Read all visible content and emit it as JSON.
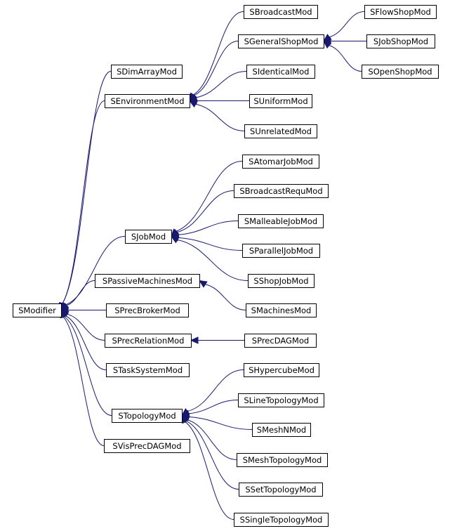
{
  "diagram": {
    "type": "class-inheritance-graph",
    "root": "SModifier",
    "nodes": [
      {
        "id": "SModifier",
        "label": "SModifier"
      },
      {
        "id": "SDimArrayMod",
        "label": "SDimArrayMod"
      },
      {
        "id": "SEnvironmentMod",
        "label": "SEnvironmentMod"
      },
      {
        "id": "SBroadcastMod",
        "label": "SBroadcastMod"
      },
      {
        "id": "SGeneralShopMod",
        "label": "SGeneralShopMod"
      },
      {
        "id": "SFlowShopMod",
        "label": "SFlowShopMod"
      },
      {
        "id": "SJobShopMod",
        "label": "SJobShopMod"
      },
      {
        "id": "SOpenShopMod",
        "label": "SOpenShopMod"
      },
      {
        "id": "SIdenticalMod",
        "label": "SIdenticalMod"
      },
      {
        "id": "SUniformMod",
        "label": "SUniformMod"
      },
      {
        "id": "SUnrelatedMod",
        "label": "SUnrelatedMod"
      },
      {
        "id": "SJobMod",
        "label": "SJobMod"
      },
      {
        "id": "SAtomarJobMod",
        "label": "SAtomarJobMod"
      },
      {
        "id": "SBroadcastRequMod",
        "label": "SBroadcastRequMod"
      },
      {
        "id": "SMalleableJobMod",
        "label": "SMalleableJobMod"
      },
      {
        "id": "SParallelJobMod",
        "label": "SParallelJobMod"
      },
      {
        "id": "SShopJobMod",
        "label": "SShopJobMod"
      },
      {
        "id": "SPassiveMachinesMod",
        "label": "SPassiveMachinesMod"
      },
      {
        "id": "SMachinesMod",
        "label": "SMachinesMod"
      },
      {
        "id": "SPrecBrokerMod",
        "label": "SPrecBrokerMod"
      },
      {
        "id": "SPrecRelationMod",
        "label": "SPrecRelationMod"
      },
      {
        "id": "SPrecDAGMod",
        "label": "SPrecDAGMod"
      },
      {
        "id": "STaskSystemMod",
        "label": "STaskSystemMod"
      },
      {
        "id": "STopologyMod",
        "label": "STopologyMod"
      },
      {
        "id": "SHypercubeMod",
        "label": "SHypercubeMod"
      },
      {
        "id": "SLineTopologyMod",
        "label": "SLineTopologyMod"
      },
      {
        "id": "SMeshNMod",
        "label": "SMeshNMod"
      },
      {
        "id": "SMeshTopologyMod",
        "label": "SMeshTopologyMod"
      },
      {
        "id": "SSetTopologyMod",
        "label": "SSetTopologyMod"
      },
      {
        "id": "SSingleTopologyMod",
        "label": "SSingleTopologyMod"
      },
      {
        "id": "SVisPrecDAGMod",
        "label": "SVisPrecDAGMod"
      }
    ],
    "edges": [
      {
        "from": "SDimArrayMod",
        "to": "SModifier"
      },
      {
        "from": "SEnvironmentMod",
        "to": "SModifier"
      },
      {
        "from": "SJobMod",
        "to": "SModifier"
      },
      {
        "from": "SPassiveMachinesMod",
        "to": "SModifier"
      },
      {
        "from": "SPrecBrokerMod",
        "to": "SModifier"
      },
      {
        "from": "SPrecRelationMod",
        "to": "SModifier"
      },
      {
        "from": "STaskSystemMod",
        "to": "SModifier"
      },
      {
        "from": "STopologyMod",
        "to": "SModifier"
      },
      {
        "from": "SVisPrecDAGMod",
        "to": "SModifier"
      },
      {
        "from": "SBroadcastMod",
        "to": "SEnvironmentMod"
      },
      {
        "from": "SGeneralShopMod",
        "to": "SEnvironmentMod"
      },
      {
        "from": "SIdenticalMod",
        "to": "SEnvironmentMod"
      },
      {
        "from": "SUniformMod",
        "to": "SEnvironmentMod"
      },
      {
        "from": "SUnrelatedMod",
        "to": "SEnvironmentMod"
      },
      {
        "from": "SFlowShopMod",
        "to": "SGeneralShopMod"
      },
      {
        "from": "SJobShopMod",
        "to": "SGeneralShopMod"
      },
      {
        "from": "SOpenShopMod",
        "to": "SGeneralShopMod"
      },
      {
        "from": "SAtomarJobMod",
        "to": "SJobMod"
      },
      {
        "from": "SBroadcastRequMod",
        "to": "SJobMod"
      },
      {
        "from": "SMalleableJobMod",
        "to": "SJobMod"
      },
      {
        "from": "SParallelJobMod",
        "to": "SJobMod"
      },
      {
        "from": "SShopJobMod",
        "to": "SJobMod"
      },
      {
        "from": "SMachinesMod",
        "to": "SPassiveMachinesMod"
      },
      {
        "from": "SPrecDAGMod",
        "to": "SPrecRelationMod"
      },
      {
        "from": "SHypercubeMod",
        "to": "STopologyMod"
      },
      {
        "from": "SLineTopologyMod",
        "to": "STopologyMod"
      },
      {
        "from": "SMeshNMod",
        "to": "STopologyMod"
      },
      {
        "from": "SMeshTopologyMod",
        "to": "STopologyMod"
      },
      {
        "from": "SSetTopologyMod",
        "to": "STopologyMod"
      },
      {
        "from": "SSingleTopologyMod",
        "to": "STopologyMod"
      }
    ],
    "colors": {
      "edge": "#191970",
      "box_border": "#000000",
      "background": "#ffffff"
    }
  }
}
